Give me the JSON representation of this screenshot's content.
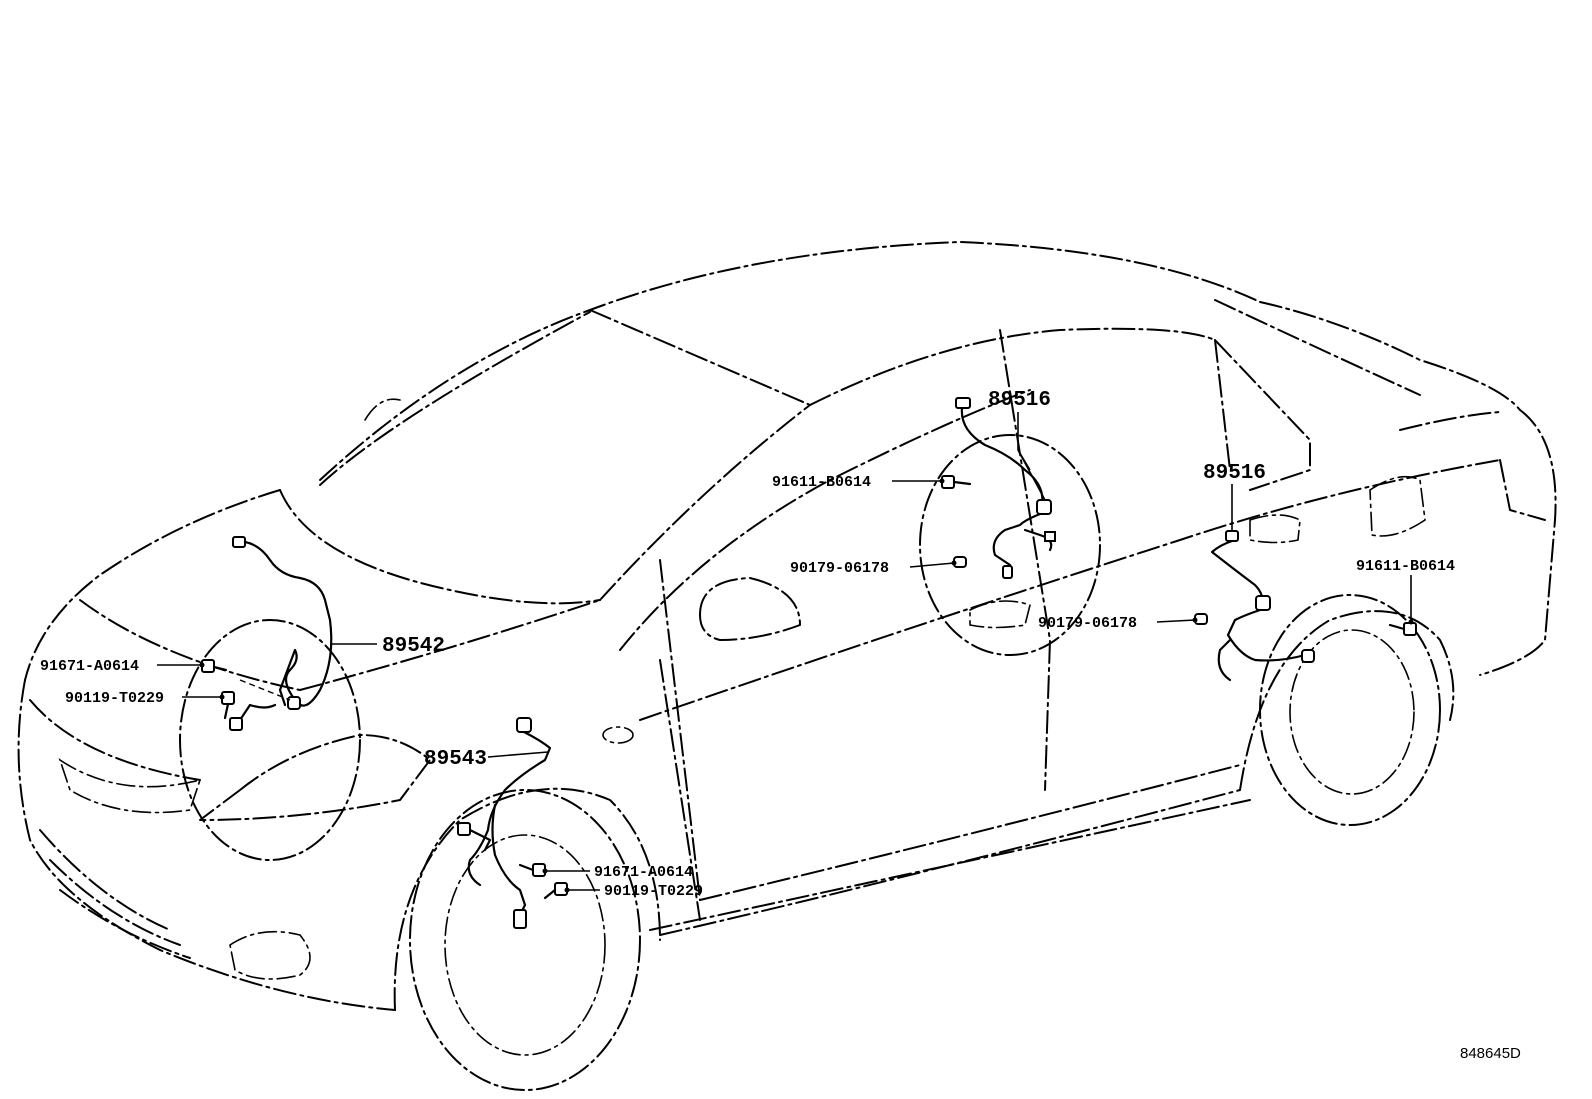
{
  "callouts": {
    "p89516_upper": "89516",
    "p89516_lower": "89516",
    "p91611_left": "91611-B0614",
    "p90179_left": "90179-06178",
    "p89542": "89542",
    "p91671_top": "91671-A0614",
    "p90119_top": "90119-T0229",
    "p89543": "89543",
    "p91671_bottom": "91671-A0614",
    "p90119_bottom": "90119-T0229",
    "p90179_right": "90179-06178",
    "p91611_right": "91611-B0614"
  },
  "illustration_code": "848645D",
  "icons": {
    "car": "sedan-outline-icon",
    "sensor": "abs-speed-sensor-icon",
    "bolt": "bolt-icon",
    "clip": "clamp-icon"
  }
}
